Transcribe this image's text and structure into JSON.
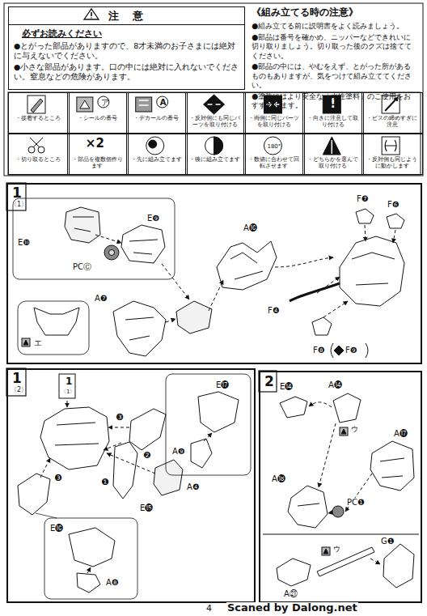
{
  "diagram": {
    "nodes": [
      {
        "text": [
          "注　意",
          "必ずお読みください",
          "●とがった部品がありますので、8才未満のお子さまには絶対に与えないでください。",
          "●小さな部品があります。口の中には絶対に入れないでください。窒息などの危険があります。"
        ]
      },
      {
        "text": [
          "・接着するところ"
        ]
      },
      {
        "text": [
          "ア",
          "・シールの番号"
        ]
      },
      {
        "text": [
          "A",
          "・デカールの番号"
        ]
      },
      {
        "text": [
          "・反対側にも同じパーツを取り付ける"
        ]
      },
      {
        "text": [
          "・両側に同じパーツを取り付ける"
        ]
      },
      {
        "text": [
          "!",
          "・向きに注意して取り付ける"
        ]
      },
      {
        "text": [
          "・ビスの締めすぎに注意"
        ]
      },
      {
        "text": [
          "・切り取るところ"
        ]
      },
      {
        "text": [
          "×2",
          "・部品を複数個作ります"
        ]
      },
      {
        "text": [
          "・先に組み立てます"
        ]
      },
      {
        "text": [
          "・後に組み立てます"
        ]
      },
      {
        "text": [
          "180°",
          "・数値に合わせて回転させます"
        ]
      },
      {
        "text": [
          "・どちらかを選んで取り付ける"
        ]
      },
      {
        "text": [
          "・反対側も同じように動かします"
        ]
      },
      {
        "text": [
          "1",
          "〈1〉"
        ]
      },
      {
        "text": [
          "E❾",
          "E❿",
          "PCⒸ"
        ],
        "in": 15
      },
      {
        "text": [
          "エ"
        ],
        "in": 15
      },
      {
        "text": [
          "1",
          "〈2〉"
        ]
      },
      {
        "text": [
          "1",
          "〈1〉"
        ],
        "in": 18
      },
      {
        "text": [
          "E⓱",
          "A❾"
        ],
        "in": 18
      },
      {
        "text": [
          "E⓰",
          "A❽"
        ],
        "in": 18
      },
      {
        "text": [
          "2"
        ]
      }
    ],
    "labels": [
      "《組み立てる時の注意》",
      "●組み立てる前に説明書をよく読みましょう。",
      "●部品は番号を確かめ、ニッパーなどできれいに切り取りましょう。切り取った後のクズは捨ててください。",
      "●部品の中には、やむをえず、とがった所があるものもありますが、気をつけて組み立ててください。",
      "●塗装にはより安全な「水性塗料」のご使用をおすすめします。",
      "A⓰",
      "F❼",
      "F❻",
      "A❼",
      "F❹",
      "F❽",
      "F❾",
      "❸",
      "❶",
      "❷",
      "A❹",
      "❸",
      "E⓯",
      "E⓮",
      "A⓮",
      "ウ",
      "A⓱",
      "A⓲",
      "PC❶",
      "G❶",
      "ウ",
      "A㉑",
      "4",
      "Scaned by Dalong.net"
    ]
  }
}
